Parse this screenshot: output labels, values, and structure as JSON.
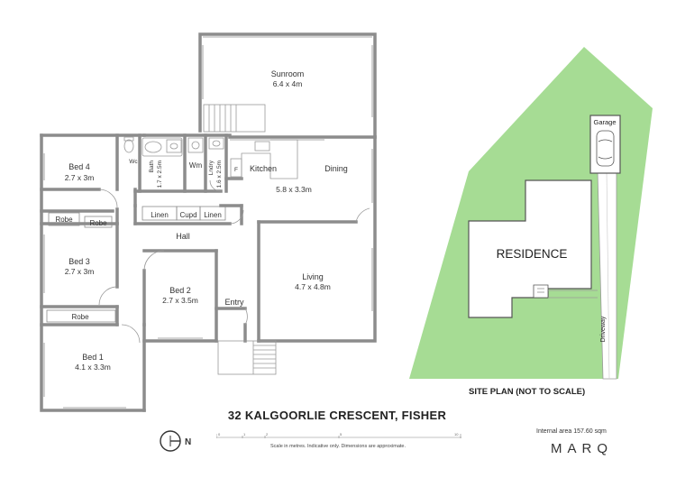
{
  "rooms": {
    "sunroom": {
      "name": "Sunroom",
      "dims": "6.4 x 4m"
    },
    "bed4": {
      "name": "Bed 4",
      "dims": "2.7 x 3m"
    },
    "wc": {
      "name": "Wc"
    },
    "bath": {
      "name": "Bath",
      "dims": "1.7 x 2.5m"
    },
    "wm": {
      "name": "Wm"
    },
    "lndry": {
      "name": "Lndry",
      "dims": "1.6 x 2.5m"
    },
    "fridge": {
      "name": "F"
    },
    "kitchen": {
      "name": "Kitchen"
    },
    "dining": {
      "name": "Dining"
    },
    "kitchen_dining_dims": "5.8 x 3.3m",
    "robe_bed4": {
      "name": "Robe"
    },
    "robe_bed3": {
      "name": "Robe"
    },
    "linen1": {
      "name": "Linen"
    },
    "cupd": {
      "name": "Cupd"
    },
    "linen2": {
      "name": "Linen"
    },
    "hall": {
      "name": "Hall"
    },
    "bed3": {
      "name": "Bed 3",
      "dims": "2.7 x 3m"
    },
    "bed2": {
      "name": "Bed 2",
      "dims": "2.7 x 3.5m"
    },
    "entry": {
      "name": "Entry"
    },
    "living": {
      "name": "Living",
      "dims": "4.7 x 4.8m"
    },
    "robe_bed1": {
      "name": "Robe"
    },
    "bed1": {
      "name": "Bed 1",
      "dims": "4.1 x 3.3m"
    }
  },
  "site_plan": {
    "title": "SITE PLAN (NOT TO SCALE)",
    "residence": "RESIDENCE",
    "garage": "Garage",
    "driveway": "Driveway",
    "lawn_color": "#a6dc94",
    "building_color": "#ffffff"
  },
  "footer": {
    "address": "32 KALGOORLIE CRESCENT, FISHER",
    "internal_area": "Internal area  157.60 sqm",
    "brand": "MARQ",
    "disclaimer": "Scale in metres. Indicative only. Dimensions are approximate.",
    "scale_ticks": [
      "0",
      "1",
      "2",
      "5",
      "10"
    ],
    "north": "N"
  },
  "colors": {
    "wall": "#8c8c8c",
    "wall_dark": "#6b6b6b",
    "fixture": "#9a9a9a"
  }
}
